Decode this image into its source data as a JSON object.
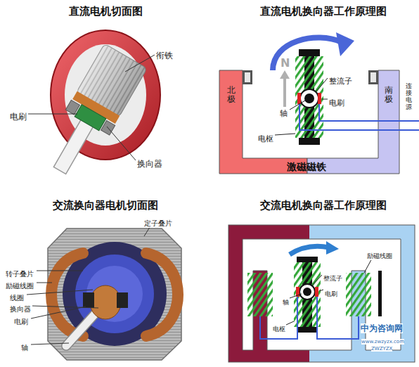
{
  "diagram": {
    "labels": [
      "直流电机切面图",
      "衔铁",
      "电刷",
      "换向器",
      "直流电机换向器工作原理图",
      "N",
      "整流子",
      "轴",
      "电刷",
      "电枢",
      "北极",
      "南极",
      "激磁磁铁",
      "连接电源",
      "交流换向器电机切面图",
      "定子叠片",
      "转子叠片",
      "励磁线圈",
      "线圈",
      "换向器",
      "电刷",
      "轴",
      "交流电机换向器工作原理图",
      "励磁线圈",
      "整流子",
      "轴",
      "电刷",
      "电枢",
      "中为咨询网",
      "www.zwzyzx.com",
      "ZWZYZX"
    ]
  }
}
